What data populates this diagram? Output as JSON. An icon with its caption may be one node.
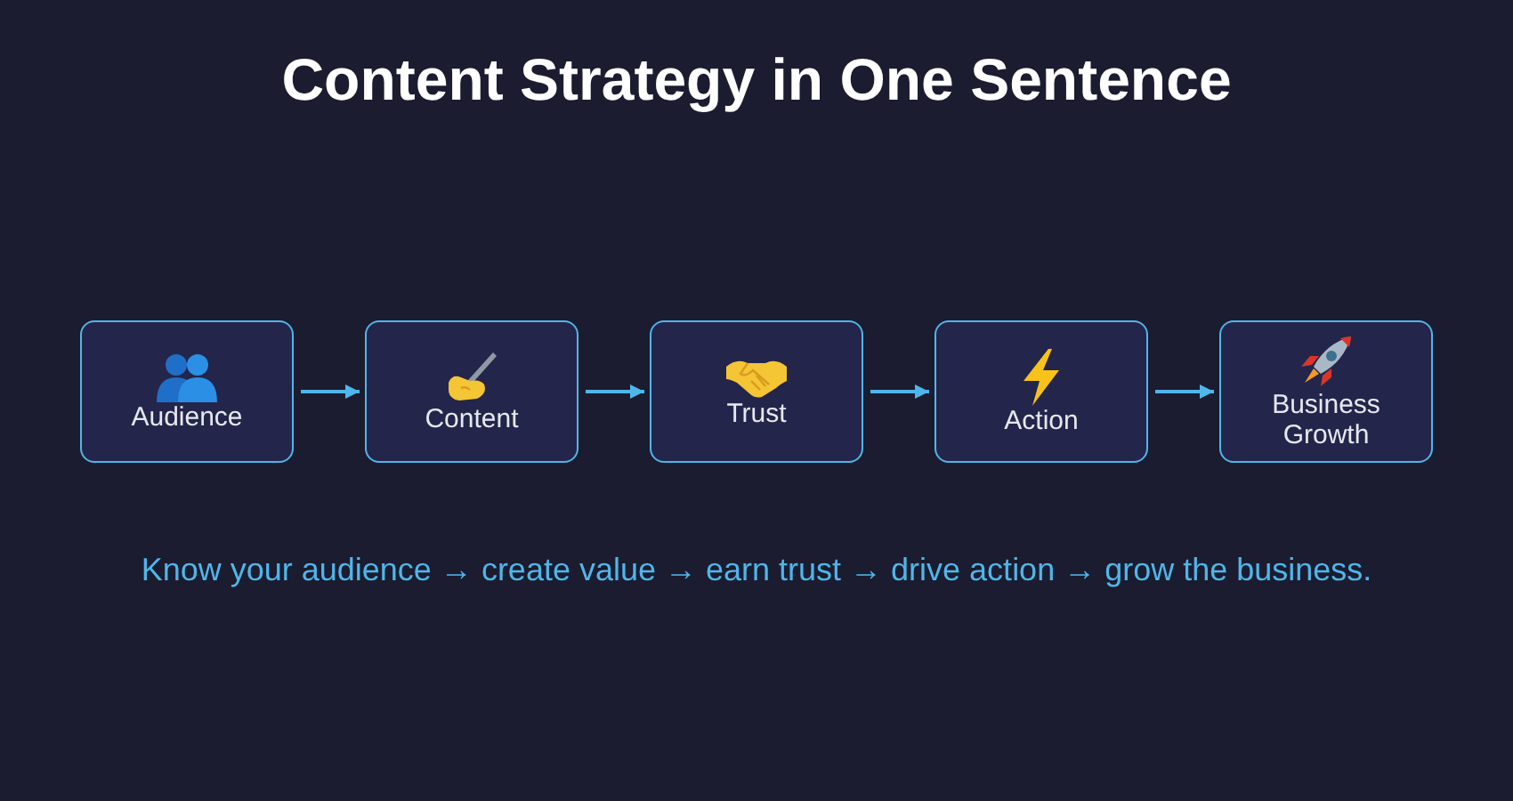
{
  "diagram": {
    "title": "Content Strategy in One Sentence",
    "caption": "Know your audience → create value → earn trust → drive action → grow the business.",
    "nodes": [
      {
        "text": [
          "Audience"
        ]
      },
      {
        "text": [
          "Content"
        ]
      },
      {
        "text": [
          "Trust"
        ]
      },
      {
        "text": [
          "Action"
        ]
      },
      {
        "text": [
          "Business Growth"
        ]
      }
    ],
    "edges": [
      {
        "from": 0,
        "to": 1,
        "arrow": "to"
      },
      {
        "from": 1,
        "to": 2,
        "arrow": "to"
      },
      {
        "from": 2,
        "to": 3,
        "arrow": "to"
      },
      {
        "from": 3,
        "to": 4,
        "arrow": "to"
      }
    ]
  }
}
